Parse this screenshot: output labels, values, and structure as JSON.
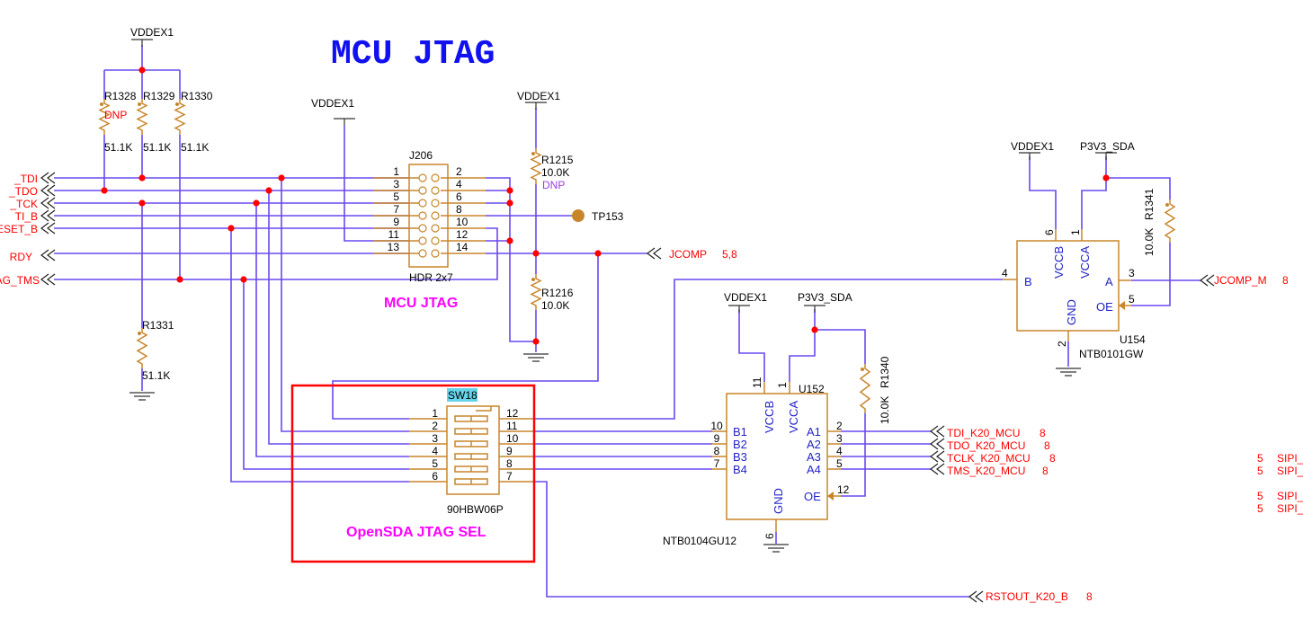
{
  "title": "MCU JTAG",
  "colors": {
    "wire": "#6a48f0",
    "component": "#c8862a",
    "net_label": "#ff0000",
    "junction": "#ff0000",
    "pin_name": "#2323c8",
    "caption": "#ff00ff",
    "frame": "#ff0000",
    "highlight": "#66d4e8"
  },
  "left_nets": [
    "_TDI",
    "_TDO",
    "_TCK",
    "TI_B",
    "ESET_B",
    "RDY",
    "AG_TMS"
  ],
  "power": {
    "vddex1": "VDDEX1",
    "p3v3": "P3V3_SDA"
  },
  "resistors": {
    "r1328": {
      "ref": "R1328",
      "value": "51.1K",
      "note": "DNP"
    },
    "r1329": {
      "ref": "R1329",
      "value": "51.1K"
    },
    "r1330": {
      "ref": "R1330",
      "value": "51.1K"
    },
    "r1331": {
      "ref": "R1331",
      "value": "51.1K"
    },
    "r1215": {
      "ref": "R1215",
      "value": "10.0K",
      "note": "DNP"
    },
    "r1216": {
      "ref": "R1216",
      "value": "10.0K"
    },
    "r1340": {
      "ref": "R1340",
      "value": "10.0K"
    },
    "r1341": {
      "ref": "R1341",
      "value": "10.0K"
    }
  },
  "j206": {
    "ref": "J206",
    "type": "HDR 2x7",
    "caption": "MCU JTAG",
    "pins_left": [
      "1",
      "3",
      "5",
      "7",
      "9",
      "11",
      "13"
    ],
    "pins_right": [
      "2",
      "4",
      "6",
      "8",
      "10",
      "12",
      "14"
    ]
  },
  "tp153": {
    "ref": "TP153"
  },
  "jcomp": {
    "label": "JCOMP",
    "pages": "5,8"
  },
  "sw18": {
    "ref": "SW18",
    "part": "90HBW06P",
    "caption": "OpenSDA JTAG SEL",
    "pins_left": [
      "1",
      "2",
      "3",
      "4",
      "5",
      "6"
    ],
    "pins_right": [
      "12",
      "11",
      "10",
      "9",
      "8",
      "7"
    ]
  },
  "u152": {
    "ref": "U152",
    "part": "NTB0104GU12",
    "pins": {
      "vccb": "VCCB",
      "vcca": "VCCA",
      "gnd": "GND",
      "oe": "OE",
      "b": [
        "B1",
        "B2",
        "B3",
        "B4"
      ],
      "a": [
        "A1",
        "A2",
        "A3",
        "A4"
      ]
    },
    "pin_numbers": {
      "vccb": "11",
      "vcca": "1",
      "gnd": "6",
      "oe": "12",
      "b": [
        "10",
        "9",
        "8",
        "7"
      ],
      "a": [
        "2",
        "3",
        "4",
        "5"
      ]
    }
  },
  "u154": {
    "ref": "U154",
    "part": "NTB0101GW",
    "pins": {
      "vccb": "VCCB",
      "vcca": "VCCA",
      "gnd": "GND",
      "oe": "OE",
      "a": "A",
      "b": "B"
    },
    "pin_numbers": {
      "vccb": "6",
      "vcca": "1",
      "gnd": "2",
      "oe": "5",
      "a": "3",
      "b": "4"
    }
  },
  "right_nets": [
    {
      "label": "TDI_K20_MCU",
      "page": "8"
    },
    {
      "label": "TDO_K20_MCU",
      "page": "8"
    },
    {
      "label": "TCLK_K20_MCU",
      "page": "8"
    },
    {
      "label": "TMS_K20_MCU",
      "page": "8"
    }
  ],
  "jcomp_m": {
    "label": "JCOMP_M",
    "page": "8"
  },
  "rstout": {
    "label": "RSTOUT_K20_B",
    "page": "8"
  },
  "edge_nets": [
    {
      "page": "5",
      "label": "SIPI_"
    },
    {
      "page": "5",
      "label": "SIPI_"
    },
    {
      "page": "5",
      "label": "SIPI_"
    },
    {
      "page": "5",
      "label": "SIPI_"
    }
  ]
}
